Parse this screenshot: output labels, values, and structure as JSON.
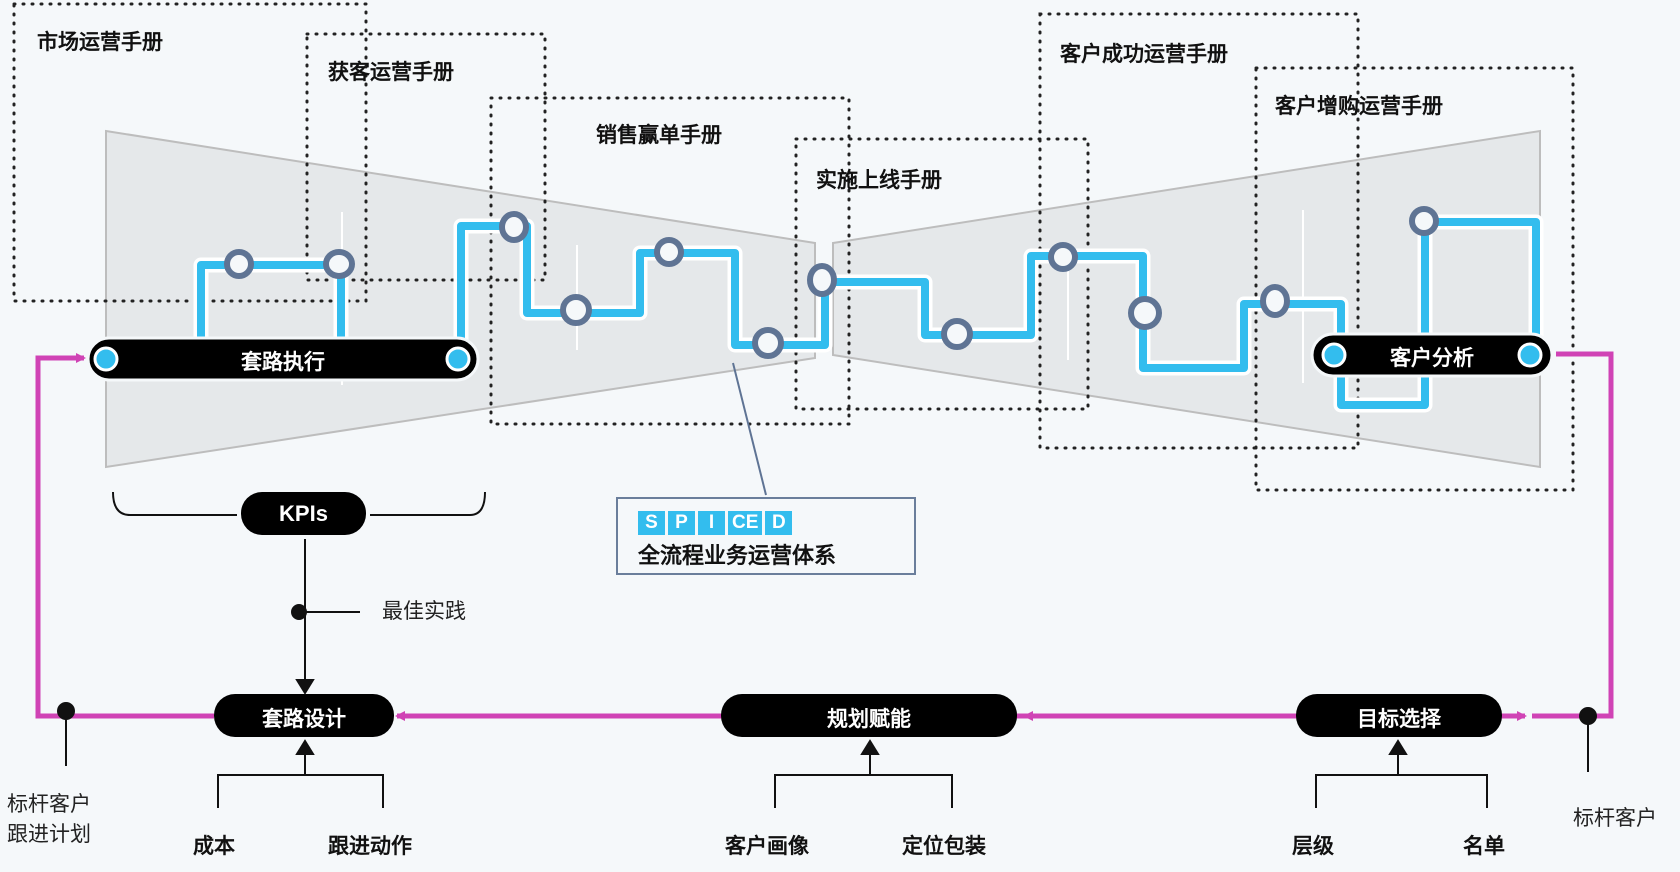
{
  "colors": {
    "background": "#f5f8fa",
    "funnel_fill": "#e5e8ea",
    "funnel_stroke": "#bdbdbd",
    "path_blue": "#33bdee",
    "node_ring": "#5f7494",
    "loop_magenta": "#d043b5",
    "pill_black": "#000000",
    "spiced_border": "#6a7e9b"
  },
  "handbooks": [
    {
      "id": "market",
      "label": "市场运营手册"
    },
    {
      "id": "acquisition",
      "label": "获客运营手册"
    },
    {
      "id": "sales",
      "label": "销售赢单手册"
    },
    {
      "id": "implementation",
      "label": "实施上线手册"
    },
    {
      "id": "success",
      "label": "客户成功运营手册"
    },
    {
      "id": "upsell",
      "label": "客户增购运营手册"
    }
  ],
  "pills": {
    "execution": "套路执行",
    "analysis": "客户分析",
    "kpis": "KPIs",
    "design": "套路设计",
    "enablement": "规划赋能",
    "targeting": "目标选择"
  },
  "spiced": {
    "letters": [
      "S",
      "P",
      "I",
      "CE",
      "D"
    ],
    "subtitle": "全流程业务运营体系"
  },
  "labels": {
    "best_practice": "最佳实践",
    "benchmark_plan_line1": "标杆客户",
    "benchmark_plan_line2": "跟进计划",
    "benchmark_customer": "标杆客户",
    "cost": "成本",
    "follow_action": "跟进动作",
    "persona": "客户画像",
    "positioning": "定位包装",
    "tier": "层级",
    "list": "名单"
  }
}
